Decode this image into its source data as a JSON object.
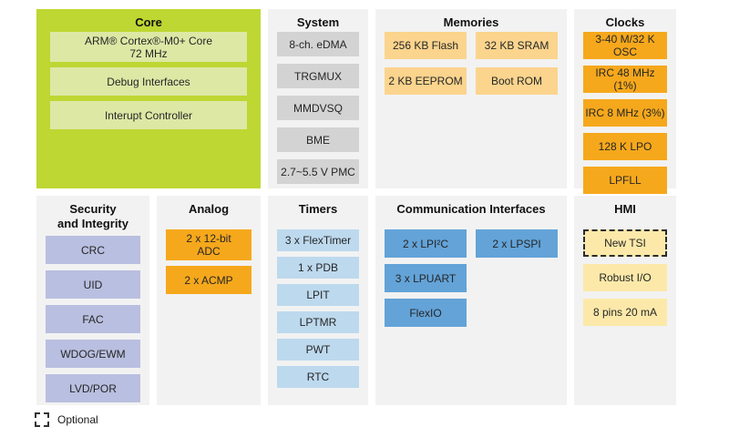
{
  "colors": {
    "core_green": "#bed732",
    "core_inner_green": "#dde8a5",
    "system_gray": "#d3d3d3",
    "memory_light_orange": "#fbd48d",
    "clock_orange": "#f6a81c",
    "security_lavender": "#b9bfe0",
    "timer_light_blue": "#bdd9ee",
    "comm_blue": "#63a3d8",
    "hmi_light_yellow": "#fce9a9",
    "column_bg": "#f2f2f2"
  },
  "columns": {
    "core": {
      "title": "Core",
      "items": [
        {
          "line1": "ARM® Cortex®-M0+ Core",
          "line2": "72 MHz"
        },
        "Debug Interfaces",
        "Interupt Controller"
      ]
    },
    "system": {
      "title": "System",
      "items": [
        "8-ch. eDMA",
        "TRGMUX",
        "MMDVSQ",
        "BME",
        "2.7~5.5 V PMC"
      ]
    },
    "memories": {
      "title": "Memories",
      "items": [
        "256 KB Flash",
        "32 KB SRAM",
        "2 KB EEPROM",
        "Boot ROM"
      ]
    },
    "clocks": {
      "title": "Clocks",
      "items": [
        "3-40 M/32 K OSC",
        "IRC 48 MHz (1%)",
        "IRC 8 MHz (3%)",
        "128 K LPO",
        "LPFLL"
      ]
    },
    "security": {
      "title": {
        "line1": "Security",
        "line2": "and Integrity"
      },
      "items": [
        "CRC",
        "UID",
        "FAC",
        "WDOG/EWM",
        "LVD/POR"
      ]
    },
    "analog": {
      "title": "Analog",
      "items": [
        {
          "line1": "2 x 12-bit",
          "line2": "ADC"
        },
        "2 x ACMP"
      ]
    },
    "timers": {
      "title": "Timers",
      "items": [
        "3 x FlexTimer",
        "1 x PDB",
        "LPIT",
        "LPTMR",
        "PWT",
        "RTC"
      ]
    },
    "comm": {
      "title": "Communication Interfaces",
      "items": [
        "2 x LPI²C",
        "2 x LPSPI",
        "3 x LPUART",
        "FlexIO"
      ]
    },
    "hmi": {
      "title": "HMI",
      "items": [
        "New TSI",
        "Robust I/O",
        "8 pins 20 mA"
      ],
      "optional_item": "New TSI"
    }
  },
  "legend": {
    "label": "Optional"
  }
}
